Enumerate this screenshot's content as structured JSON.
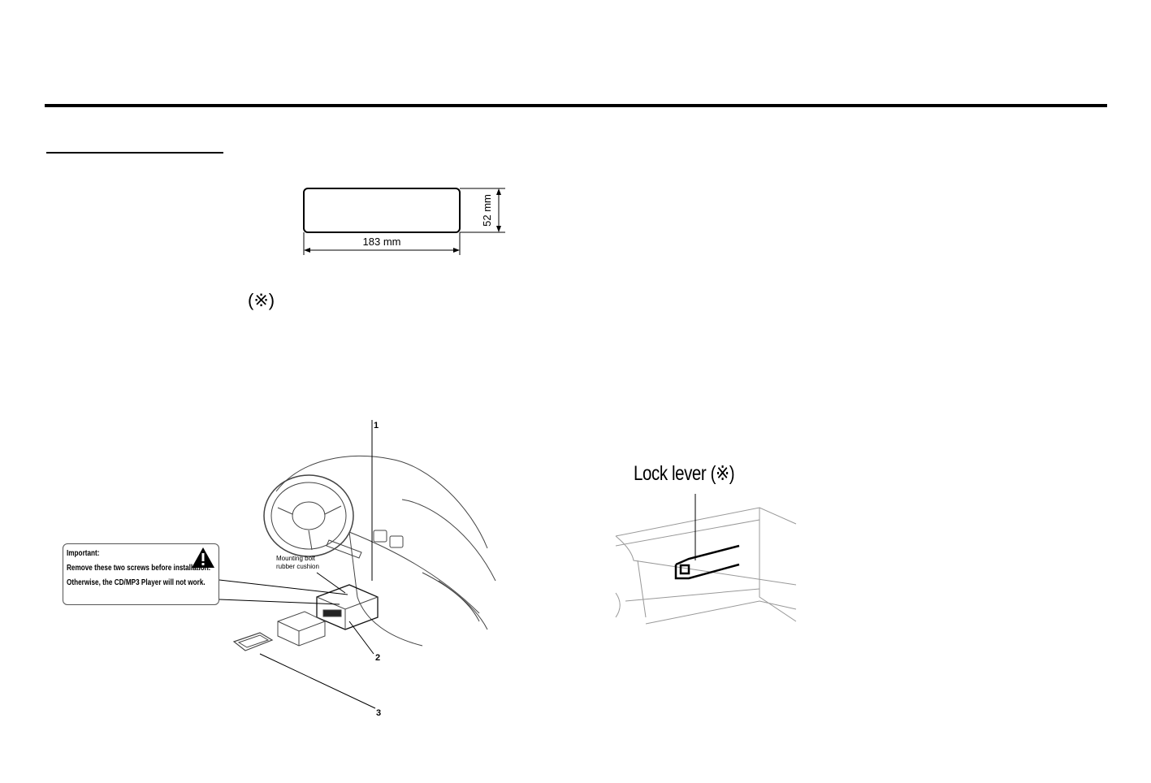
{
  "page": {
    "reference_mark": "(※)"
  },
  "cutout_diagram": {
    "width_label": "183 mm",
    "height_label": "52 mm"
  },
  "installation_diagram": {
    "callouts": [
      "1",
      "2",
      "3"
    ],
    "mounting_label_line1": "Mounting bolt",
    "mounting_label_line2": "rubber cushion",
    "warning": {
      "title": "Important:",
      "line1": "Remove these two screws before installation.",
      "line2": "Otherwise, the CD/MP3 Player will not work.",
      "icon": "warning-triangle-icon"
    }
  },
  "lock_lever_diagram": {
    "label": "Lock lever (※)"
  }
}
